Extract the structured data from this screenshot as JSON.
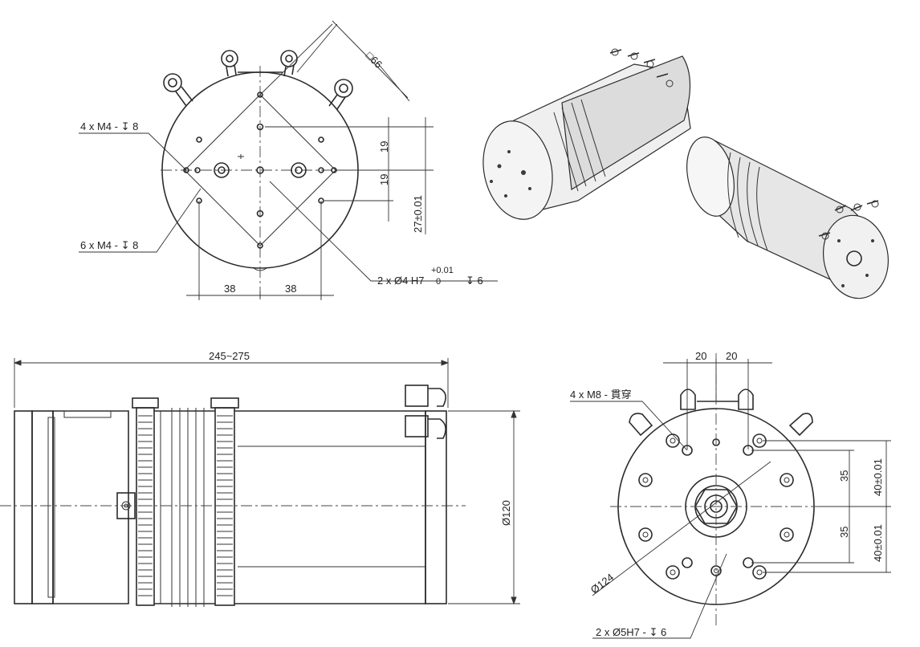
{
  "top_view": {
    "square_dim": "□66",
    "callout_m4_top": "4 x M4 - ",
    "depth_top": "8",
    "callout_m4_bottom": "6 x M4 - ",
    "depth_bottom": "8",
    "dim_19_upper": "19",
    "dim_19_lower": "19",
    "dim_27": "27±0.01",
    "dim_38_left": "38",
    "dim_38_right": "38",
    "pin_prefix": "2 x Ø4 H7",
    "pin_tol_upper": "+0.01",
    "pin_tol_lower": "0",
    "pin_depth": "6"
  },
  "side_view": {
    "length": "245~275",
    "diameter": "Ø120"
  },
  "end_view": {
    "dim_20_left": "20",
    "dim_20_right": "20",
    "thread_callout": "4 x M8 - 貫穿",
    "dim_35_upper": "35",
    "dim_35_lower": "35",
    "dim_40_upper": "40±0.01",
    "dim_40_lower": "40±0.01",
    "diameter": "Ø124",
    "pin_callout_prefix": "2 x Ø5H7 - ",
    "pin_depth": "6"
  }
}
